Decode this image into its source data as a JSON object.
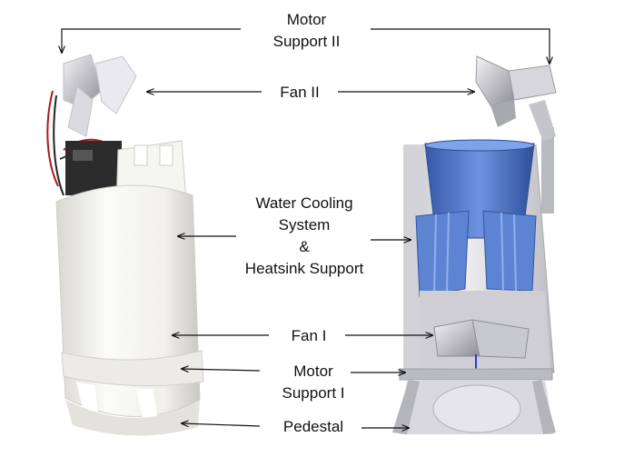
{
  "labels": {
    "motor_support_2": [
      "Motor",
      "Support II"
    ],
    "fan_2": "Fan II",
    "water_cooling": [
      "Water Cooling",
      "System",
      "&",
      "Heatsink Support"
    ],
    "fan_1": "Fan I",
    "motor_support_1": [
      "Motor",
      "Support I"
    ],
    "pedestal": "Pedestal"
  },
  "colors": {
    "photo_body": "#f4f3ee",
    "cad_body": "#dcdce2",
    "reservoir": "#4f78c8",
    "heatsink": "#5d84d2",
    "axis_blue": "#1f3fd6",
    "arrow": "#111111"
  }
}
